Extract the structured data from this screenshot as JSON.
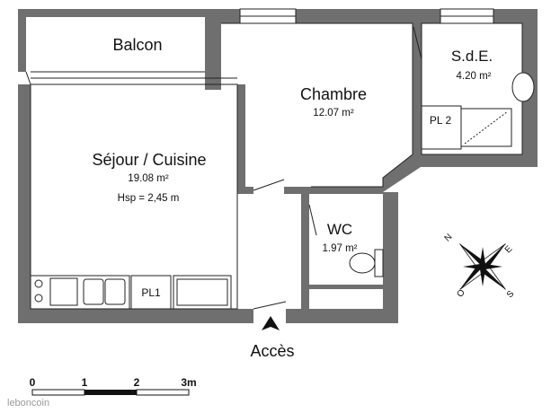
{
  "rooms": {
    "balcon": {
      "name": "Balcon"
    },
    "chambre": {
      "name": "Chambre",
      "area": "12.07 m²"
    },
    "sde": {
      "name": "S.d.E.",
      "area": "4.20 m²"
    },
    "sejour": {
      "name": "Séjour / Cuisine",
      "area": "19.08 m²",
      "height": "Hsp = 2,45 m"
    },
    "wc": {
      "name": "WC",
      "area": "1.97 m²"
    }
  },
  "closets": {
    "pl1": "PL1",
    "pl2": "PL 2"
  },
  "entrance": {
    "label": "Accès"
  },
  "scale": {
    "ticks": [
      "0",
      "1",
      "2",
      "3m"
    ]
  },
  "compass": {
    "north": "N",
    "east": "E",
    "south": "S",
    "west": "O"
  },
  "watermark": {
    "text": "leboncoin"
  },
  "colors": {
    "wall": "#6f6f6f",
    "background": "#ffffff",
    "line": "#222222"
  }
}
